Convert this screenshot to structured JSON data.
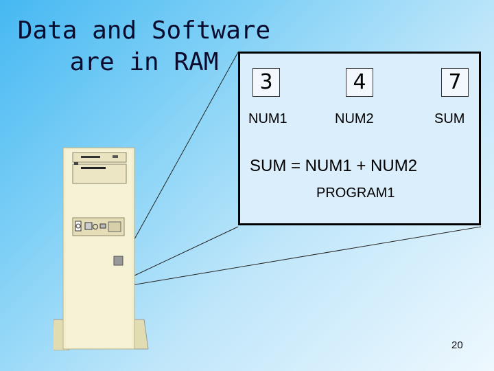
{
  "slide": {
    "title_line1": "Data and Software",
    "title_line2": "are in RAM",
    "page_number": "20"
  },
  "memory": {
    "cells": [
      {
        "value": "3",
        "label": "NUM1"
      },
      {
        "value": "4",
        "label": "NUM2"
      },
      {
        "value": "7",
        "label": "SUM"
      }
    ],
    "formula": "SUM = NUM1 + NUM2",
    "program_label": "PROGRAM1"
  },
  "colors": {
    "background_start": "#46b8f2",
    "background_end": "#eef8fe",
    "panel_fill": "#dbeefb",
    "panel_border": "#000000",
    "computer_case": "#f3eecb"
  }
}
